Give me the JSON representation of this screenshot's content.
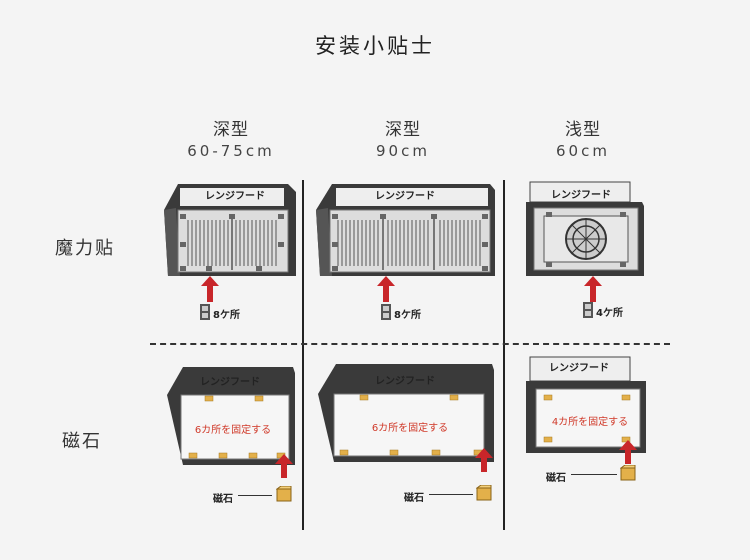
{
  "title": "安装小贴士",
  "columns": [
    {
      "type": "深型",
      "size": "60-75cm"
    },
    {
      "type": "深型",
      "size": "90cm"
    },
    {
      "type": "浅型",
      "size": "60cm"
    }
  ],
  "rows": [
    {
      "label": "魔力贴"
    },
    {
      "label": "磁石"
    }
  ],
  "hood_label": "レンジフード",
  "magic": {
    "c1_count": "8ケ所",
    "c2_count": "8ケ所",
    "c3_count": "4ケ所"
  },
  "magnet": {
    "c1_text": "6カ所を固定する",
    "c2_text": "6カ所を固定する",
    "c3_text": "4カ所を固定する",
    "caption": "磁石"
  },
  "colors": {
    "arrow": "#c8262a",
    "magnet_pad": "#e3b04a",
    "hood_dark": "#3a3a3a",
    "filter_text": "#d03a2a"
  }
}
